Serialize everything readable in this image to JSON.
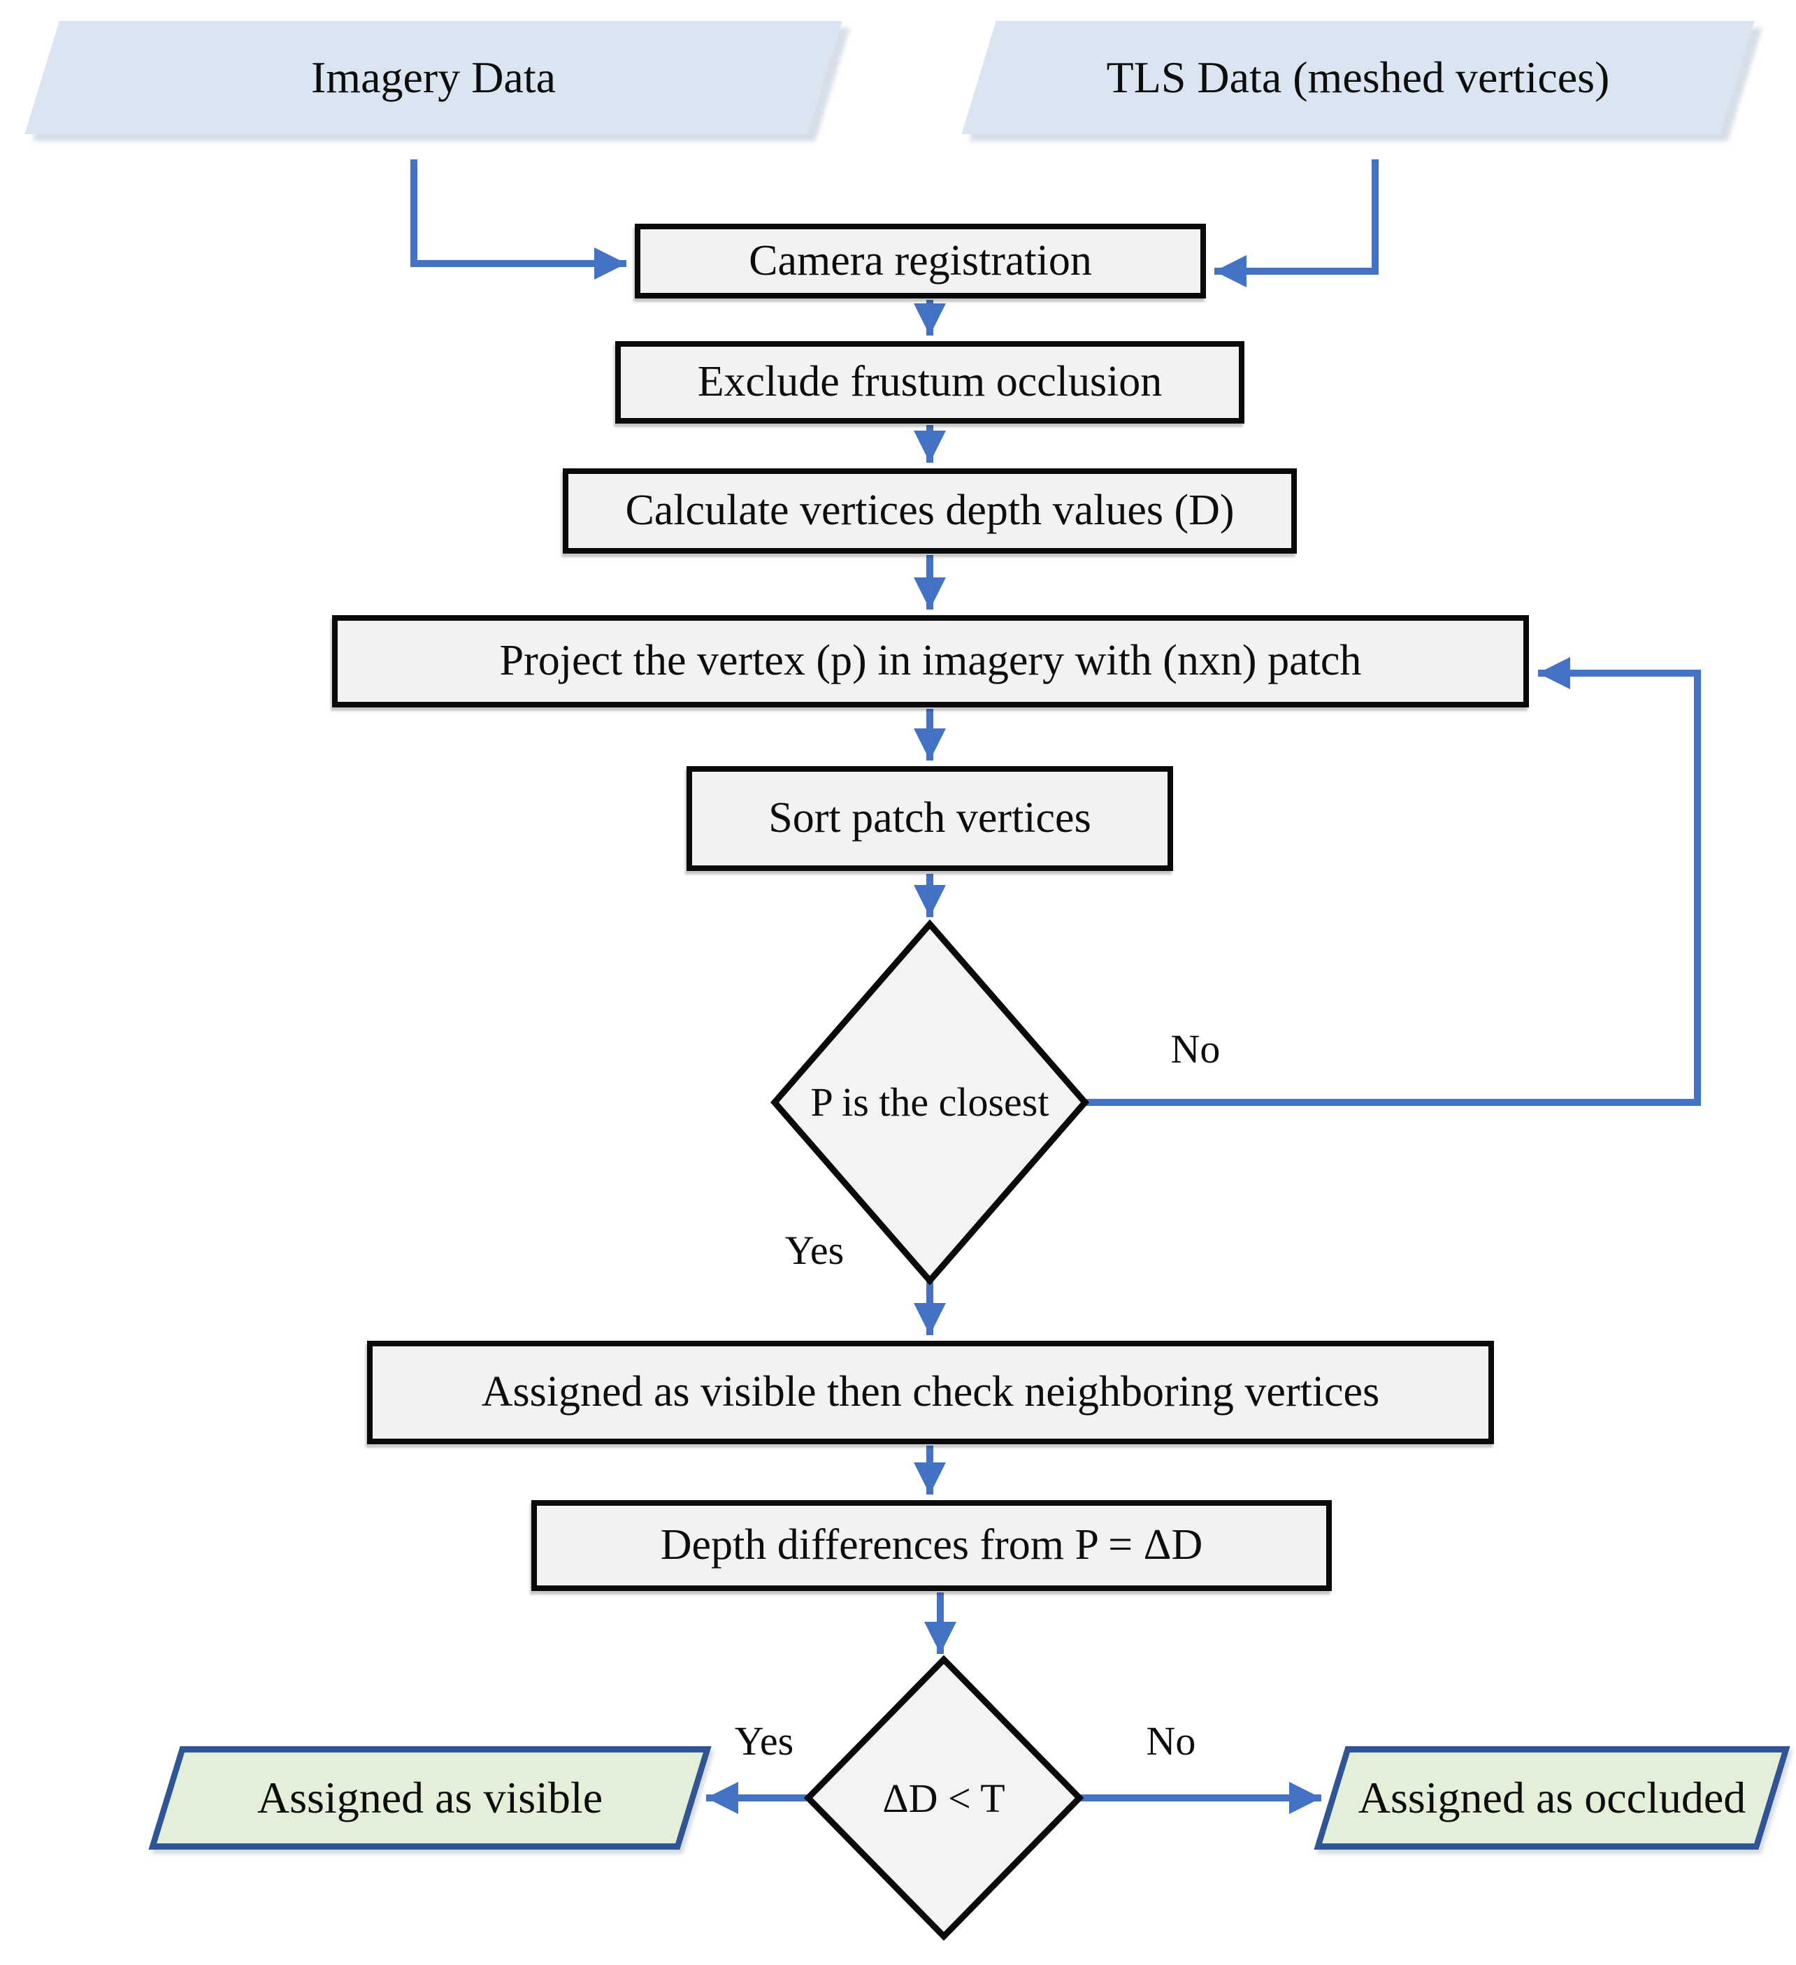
{
  "colors": {
    "arrow-color": "#4472C4",
    "process-fill": "#F2F2F2",
    "shape-border": "#0A0A0A",
    "input-fill": "#DBE5F2",
    "terminal-fill": "#E3EFD9",
    "terminal-border": "#2F5597",
    "diamond-fill": "#F3F3F3"
  },
  "nodes": {
    "imagery": {
      "label": "Imagery Data"
    },
    "tls": {
      "label": "TLS Data (meshed vertices)"
    },
    "camera": {
      "label": "Camera registration"
    },
    "exclude": {
      "label": "Exclude frustum occlusion"
    },
    "calculate": {
      "label": "Calculate vertices depth values (D)"
    },
    "project": {
      "label": "Project the vertex (p) in imagery with (nxn) patch"
    },
    "sort": {
      "label": "Sort patch vertices"
    },
    "closest_decision": {
      "label": "P is the closest"
    },
    "visible_check": {
      "label": "Assigned as visible then check neighboring vertices"
    },
    "depth_diff": {
      "label": "Depth differences from P = ΔD"
    },
    "threshold_decision": {
      "label": "ΔD < T"
    },
    "assigned_visible": {
      "label": "Assigned as visible"
    },
    "assigned_occluded": {
      "label": "Assigned as occluded"
    }
  },
  "edge_labels": {
    "closest_yes": "Yes",
    "closest_no": "No",
    "threshold_yes": "Yes",
    "threshold_no": "No"
  }
}
